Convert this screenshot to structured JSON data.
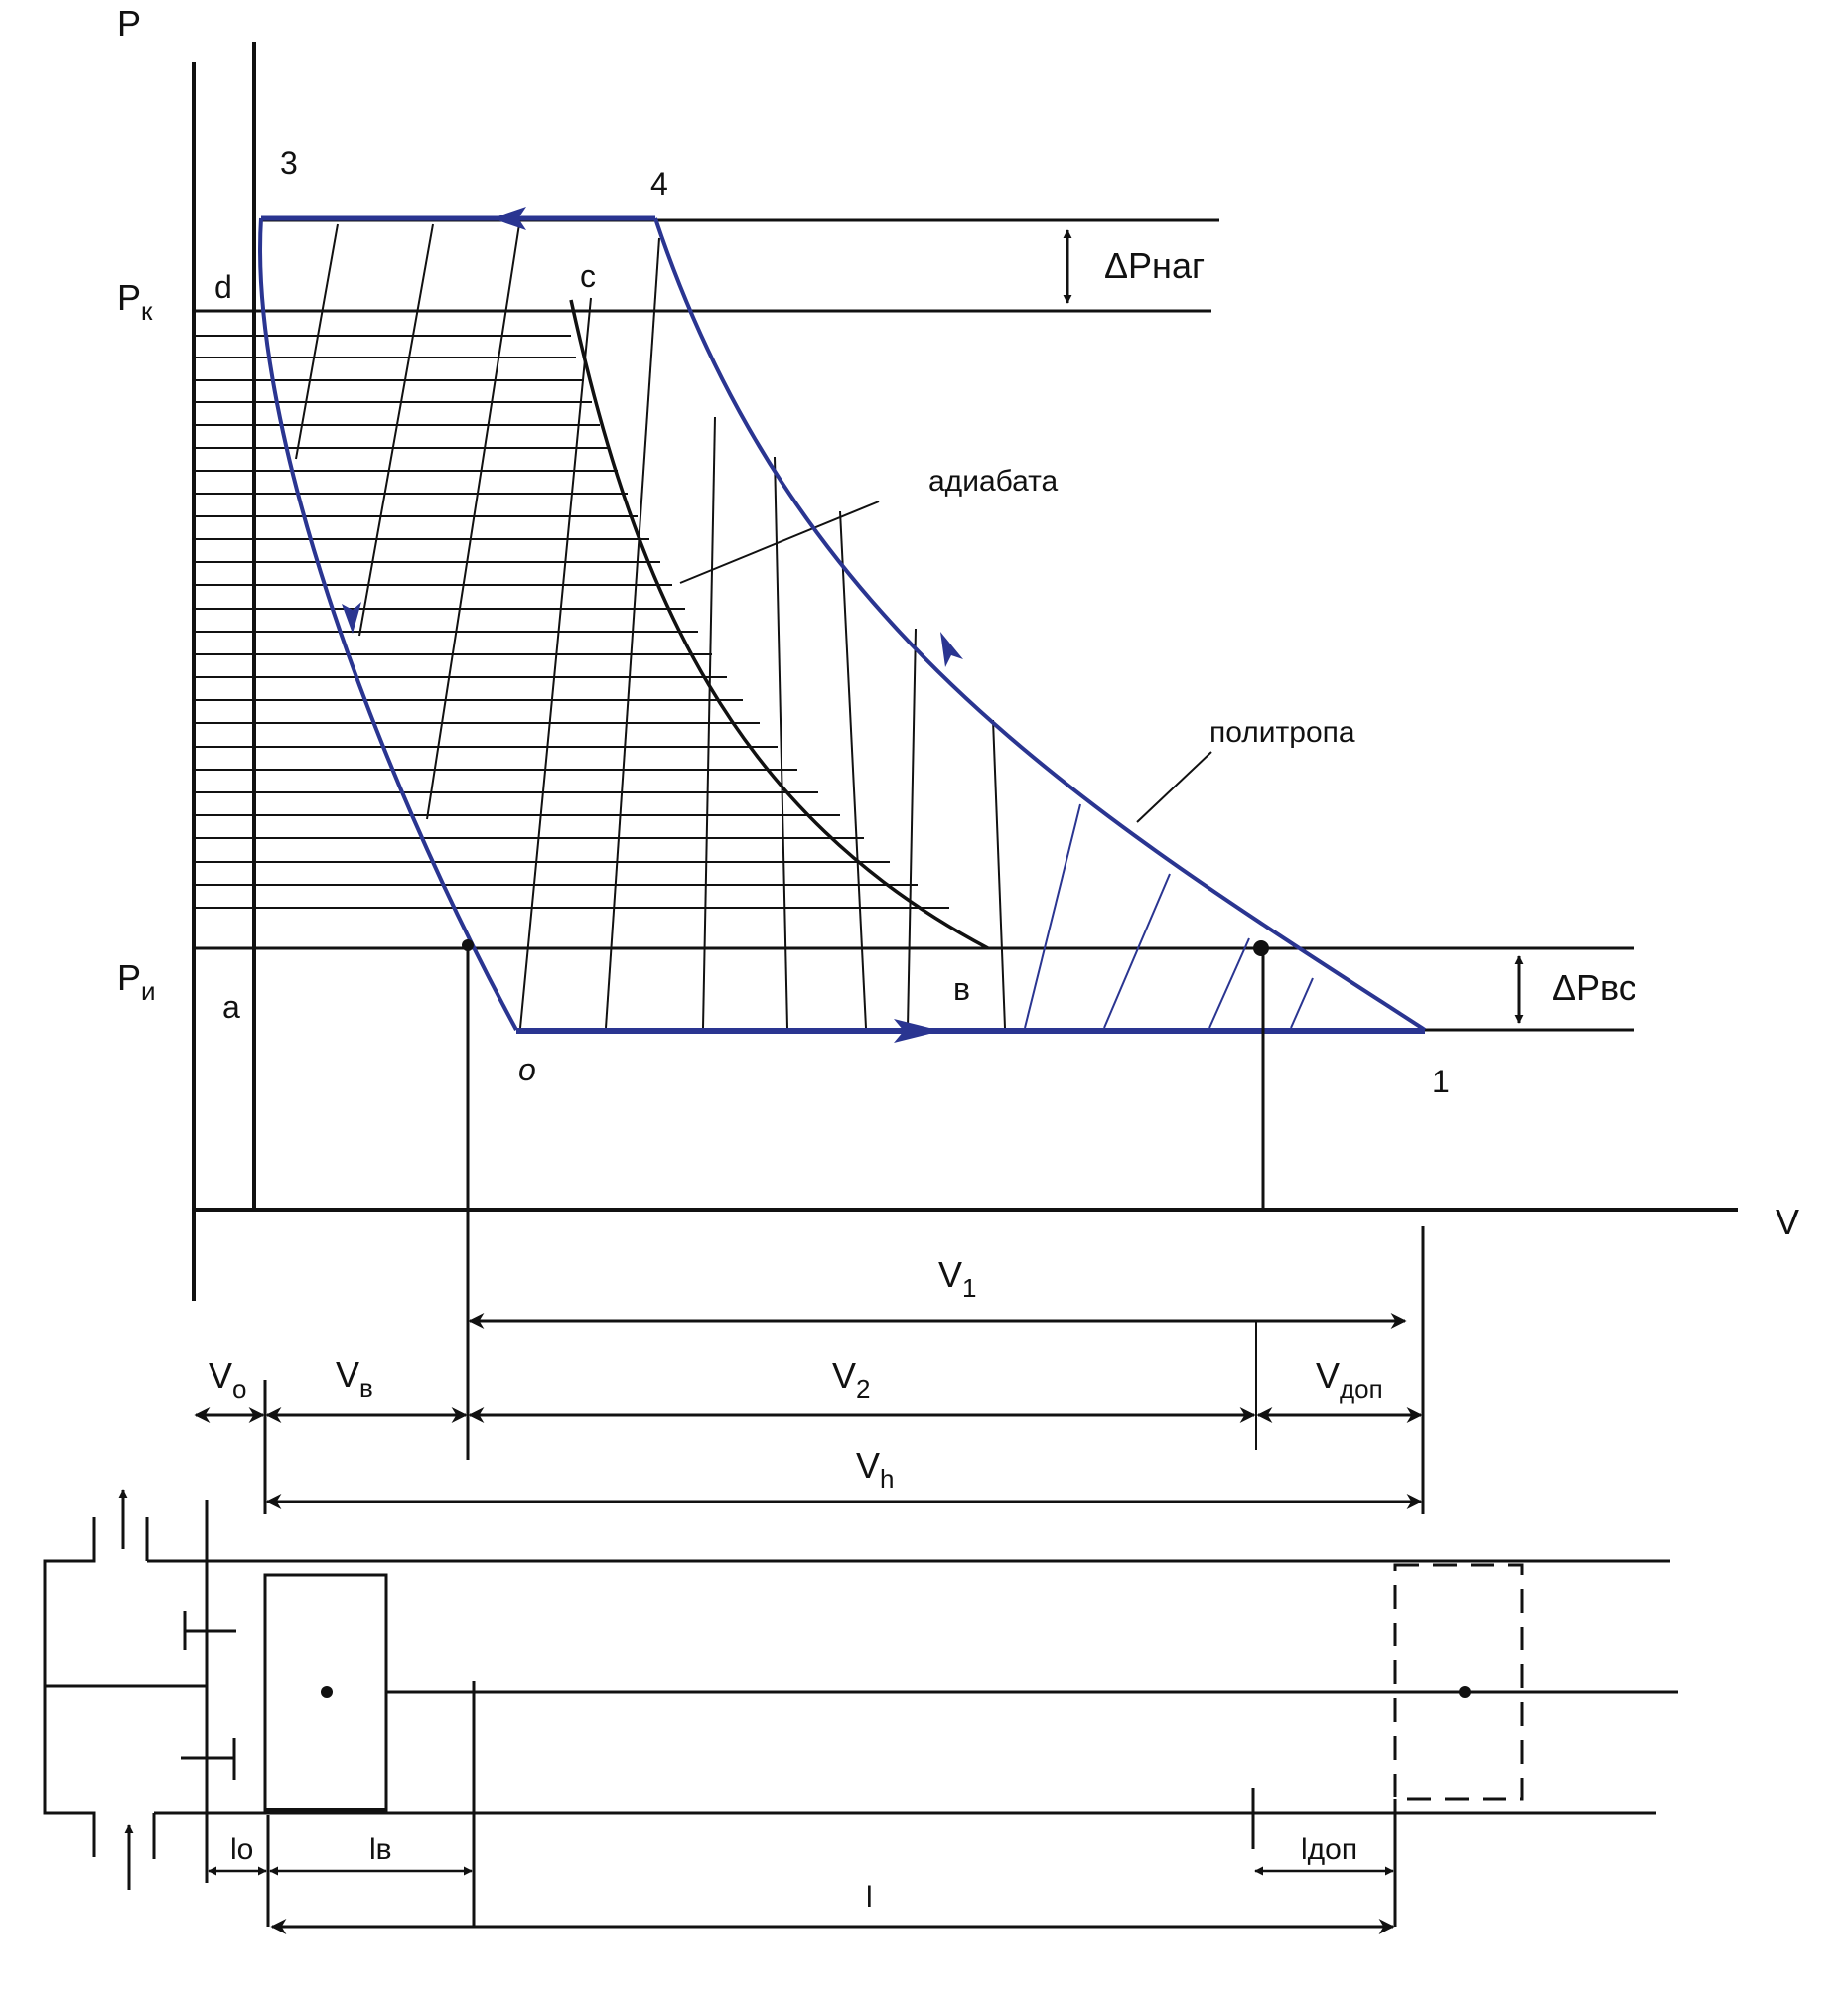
{
  "axes": {
    "p": "P",
    "v": "V"
  },
  "pressures": {
    "pk_main": "P",
    "pk_sub": "к",
    "pi_main": "P",
    "pi_sub": "и",
    "dp_nag": "ΔPнаг",
    "dp_vs": "ΔPвс"
  },
  "points": {
    "p3": "3",
    "p4": "4",
    "d": "d",
    "c": "c",
    "a": "a",
    "o": "o",
    "v": "в",
    "p1": "1"
  },
  "curves": {
    "adiabat": "адиабата",
    "polytrope": "политропа"
  },
  "dims": {
    "v1_main": "V",
    "v1_sub": "1",
    "vo_main": "V",
    "vo_sub": "o",
    "vv_main": "V",
    "vv_sub": "в",
    "v2_main": "V",
    "v2_sub": "2",
    "vdop_main": "V",
    "vdop_sub": "доп",
    "vh_main": "V",
    "vh_sub": "h"
  },
  "piston_dims": {
    "lo": "lo",
    "lv": "lв",
    "ldop": "lдоп",
    "l": "l"
  },
  "colors": {
    "cycle": "#2a3591",
    "lines": "#111111"
  }
}
